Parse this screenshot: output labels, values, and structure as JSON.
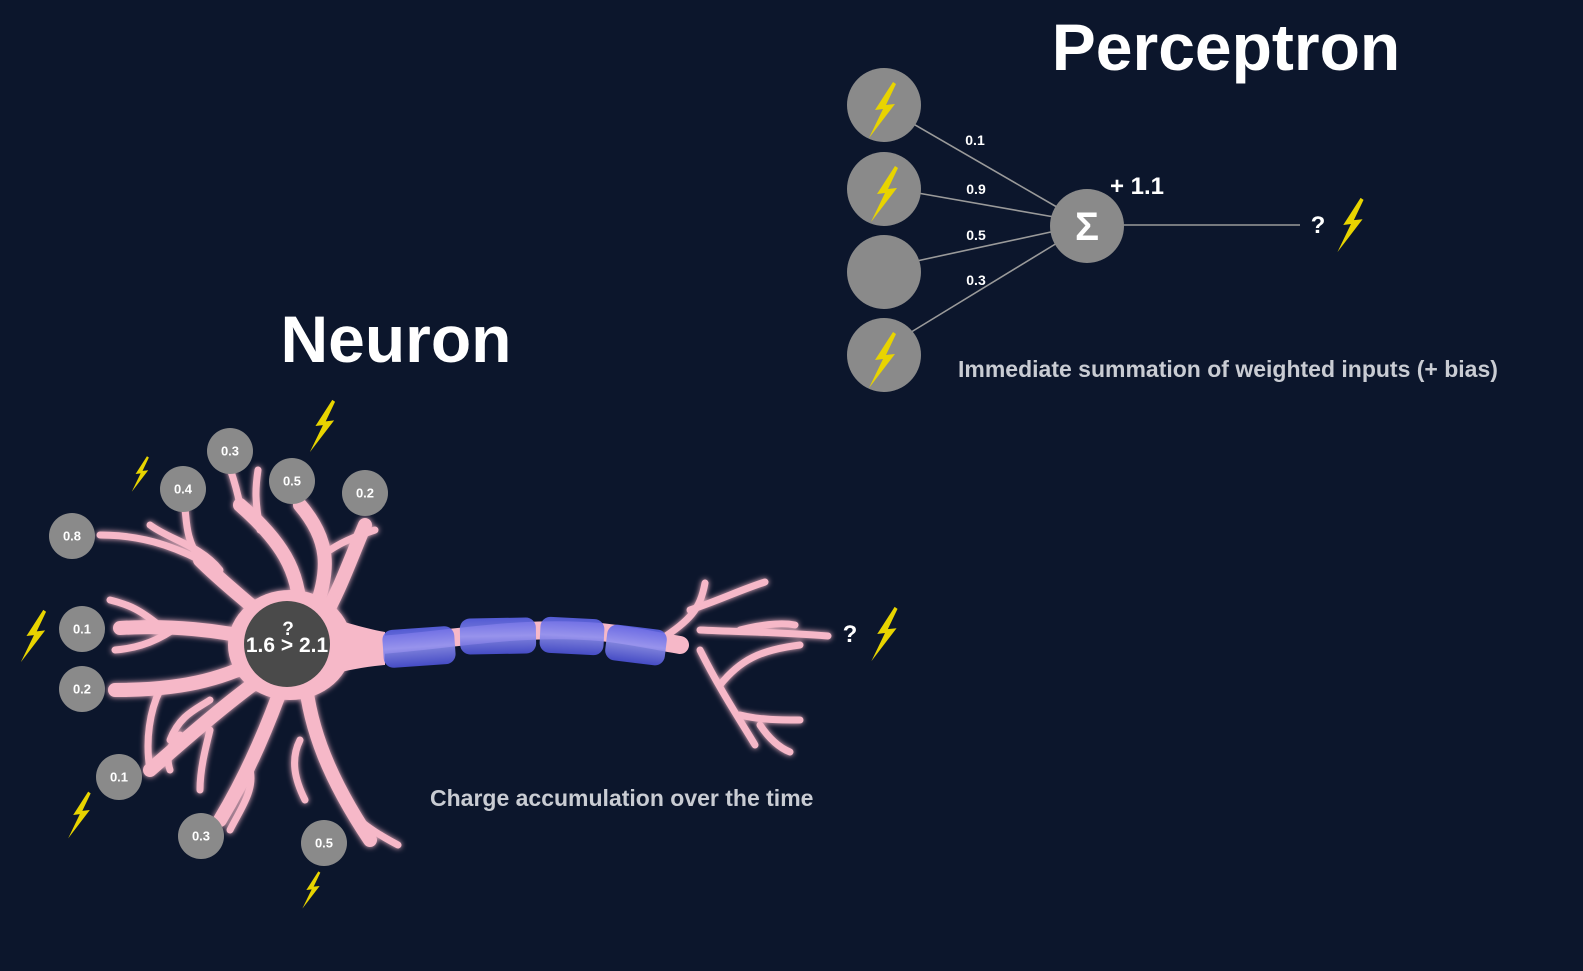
{
  "neuron": {
    "title": "Neuron",
    "caption": "Charge accumulation over the  time",
    "soma_top": "?",
    "soma_main": "1.6 > 2.1",
    "output": "?",
    "inputs": [
      "0.3",
      "0.4",
      "0.5",
      "0.2",
      "0.8",
      "0.1",
      "0.2",
      "0.1",
      "0.3",
      "0.5"
    ]
  },
  "perceptron": {
    "title": "Perceptron",
    "caption": "Immediate summation of weighted inputs (+ bias)",
    "sum_symbol": "Σ",
    "bias": "+ 1.1",
    "output": "?",
    "weights": [
      "0.1",
      "0.9",
      "0.5",
      "0.3"
    ]
  },
  "icons": {
    "spark": "lightning-bolt-icon"
  },
  "colors": {
    "background": "#0c162c",
    "node": "#8a8a8a",
    "soma": "#4a4a4a",
    "dendrite": "#f6b8c8",
    "axon": "#6a6ee0",
    "bolt": "#e8d400",
    "caption": "#c9ccd3"
  }
}
